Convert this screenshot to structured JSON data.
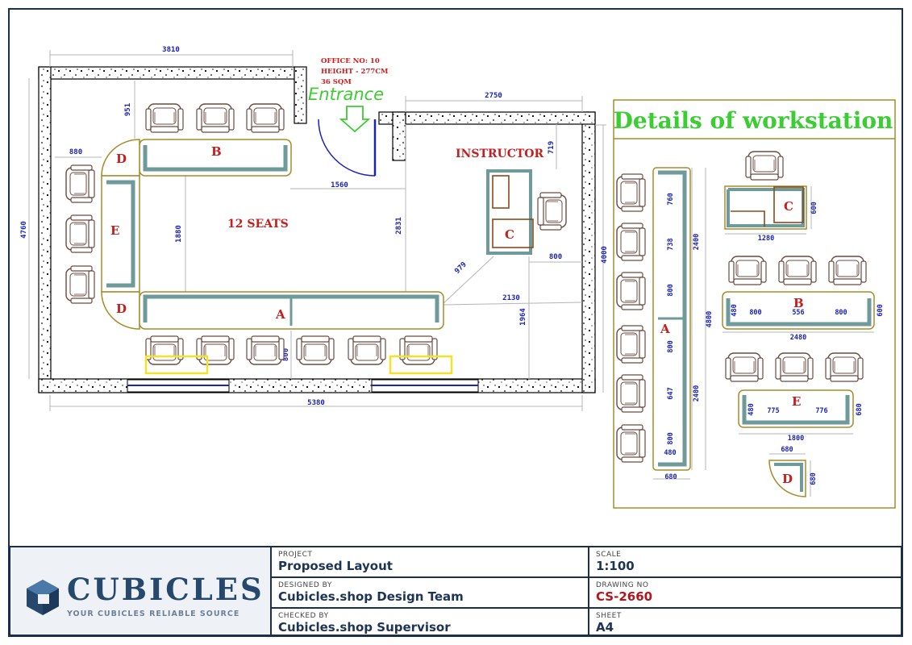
{
  "drawing": {
    "note_office": "OFFICE NO: 10",
    "note_height": "HEIGHT - 277CM",
    "note_area": "36 SQM",
    "entrance": "Entrance",
    "seats": "12 SEATS",
    "instructor": "INSTRUCTOR",
    "desk_labels": {
      "a": "A",
      "b": "B",
      "c": "C",
      "d": "D",
      "e": "E"
    },
    "dims": {
      "top_left": "3810",
      "top_right": "2750",
      "left_total": "4760",
      "bottom": "5380",
      "b_gap": "951",
      "left_offset": "880",
      "entrance_width": "1560",
      "instr_top": "719",
      "mid_vertical": "1880",
      "diag": "979",
      "right_vertical": "2831",
      "instr_right": "800",
      "a_right": "2130",
      "lower_right": "1964",
      "right_total": "4000",
      "bottom_gap": "800"
    }
  },
  "details": {
    "title": "Details of workstation",
    "a_label": "A",
    "a_segments": [
      "760",
      "738",
      "800",
      "800",
      "647",
      "800"
    ],
    "a_dims": {
      "upper": "2400",
      "lower": "2400",
      "total": "4800",
      "end": "480",
      "width": "680"
    },
    "b_label": "B",
    "b_dims": {
      "left": "480",
      "seg1": "800",
      "seg2": "556",
      "seg3": "800",
      "right": "600",
      "total": "2480"
    },
    "c_label": "C",
    "c_dims": {
      "width": "1280",
      "height": "600"
    },
    "e_label": "E",
    "e_dims": {
      "left": "480",
      "seg1": "775",
      "seg2": "776",
      "right": "680",
      "total": "1800"
    },
    "d_label": "D",
    "d_dims": {
      "width": "680",
      "height": "680"
    }
  },
  "titleblock": {
    "brand": "CUBICLES",
    "tagline": "YOUR CUBICLES RELIABLE SOURCE",
    "project_label": "PROJECT",
    "project": "Proposed Layout",
    "designed_label": "DESIGNED BY",
    "designed": "Cubicles.shop Design Team",
    "checked_label": "CHECKED BY",
    "checked": "Cubicles.shop Supervisor",
    "scale_label": "SCALE",
    "scale": "1:100",
    "drawing_no_label": "DRAWING NO",
    "drawing_no": "CS-2660",
    "sheet_label": "SHEET",
    "sheet": "A4"
  },
  "colors": {
    "frame": "#1c2f47",
    "dimension": "#1a22b8",
    "label_red": "#c41e1e",
    "entrance_green": "#3ccc33",
    "desk_outline": "#a88a2a",
    "desk_top": "#6f9a9a",
    "chair": "#6b4a3f"
  }
}
